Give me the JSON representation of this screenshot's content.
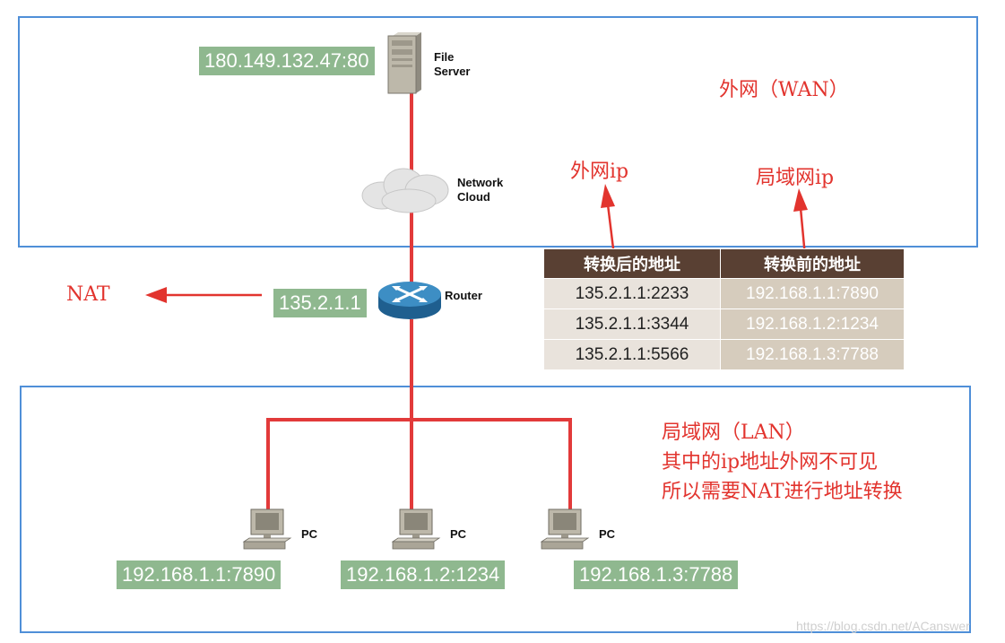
{
  "wan": {
    "label": "外网（WAN）",
    "server_ip": "180.149.132.47:80",
    "server_label_line1": "File",
    "server_label_line2": "Server",
    "cloud_label_line1": "Network",
    "cloud_label_line2": "Cloud"
  },
  "router": {
    "ip": "135.2.1.1",
    "label": "Router",
    "nat_label": "NAT"
  },
  "annotations": {
    "wan_ip": "外网ip",
    "lan_ip": "局域网ip"
  },
  "nat_table": {
    "headers": [
      "转换后的地址",
      "转换前的地址"
    ],
    "rows": [
      [
        "135.2.1.1:2233",
        "192.168.1.1:7890"
      ],
      [
        "135.2.1.1:3344",
        "192.168.1.2:1234"
      ],
      [
        "135.2.1.1:5566",
        "192.168.1.3:7788"
      ]
    ]
  },
  "lan": {
    "line1": "局域网（LAN）",
    "line2": "其中的ip地址外网不可见",
    "line3": "所以需要NAT进行地址转换",
    "pcs": [
      {
        "label": "PC",
        "ip": "192.168.1.1:7890"
      },
      {
        "label": "PC",
        "ip": "192.168.1.2:1234"
      },
      {
        "label": "PC",
        "ip": "192.168.1.3:7788"
      }
    ]
  },
  "watermark": "https://blog.csdn.net/ACanswer",
  "colors": {
    "zone_border": "#4f8fd8",
    "link": "#e23a3a",
    "annotation": "#e2342e",
    "ip_box": "#8fb88f",
    "table_header": "#594033"
  }
}
